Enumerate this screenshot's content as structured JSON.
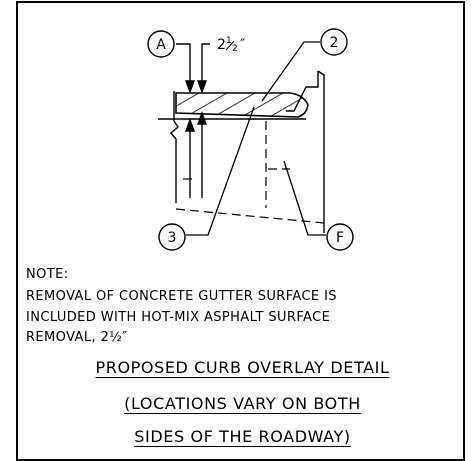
{
  "callouts": {
    "a": "A",
    "two": "2",
    "three": "3",
    "f": "F"
  },
  "dimension": {
    "whole": "2",
    "num": "1",
    "den": "2",
    "unit": "″"
  },
  "note": {
    "heading": "NOTE:",
    "line1": "REMOVAL OF CONCRETE GUTTER SURFACE IS",
    "line2": "INCLUDED WITH HOT-MIX ASPHALT SURFACE",
    "line3": "REMOVAL, 2½″"
  },
  "title": {
    "line1": "PROPOSED CURB OVERLAY DETAIL",
    "line2": "(LOCATIONS VARY ON BOTH",
    "line3": "SIDES OF THE ROADWAY)"
  }
}
